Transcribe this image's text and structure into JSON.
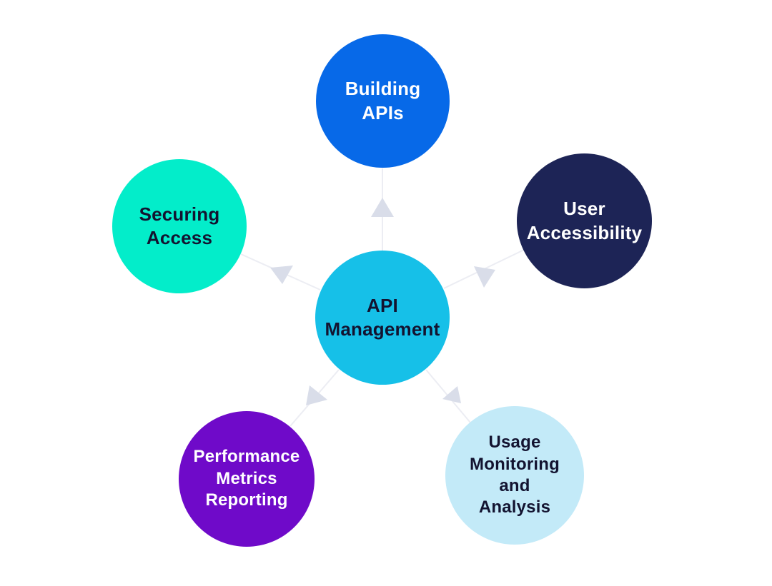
{
  "canvas": {
    "background": "#ffffff"
  },
  "center": {
    "id": "api-management",
    "label": "API\nManagement",
    "bg": "#16c0e8",
    "fg": "#131330"
  },
  "nodes": [
    {
      "id": "building-apis",
      "label": "Building\nAPIs",
      "bg": "#0769e8",
      "fg": "#ffffff"
    },
    {
      "id": "user-accessibility",
      "label": "User\nAccessibility",
      "bg": "#1d2456",
      "fg": "#ffffff"
    },
    {
      "id": "securing-access",
      "label": "Securing\nAccess",
      "bg": "#03edca",
      "fg": "#131330"
    },
    {
      "id": "performance-metrics",
      "label": "Performance\nMetrics\nReporting",
      "bg": "#6f0ac9",
      "fg": "#ffffff"
    },
    {
      "id": "usage-monitoring",
      "label": "Usage\nMonitoring\nand\nAnalysis",
      "bg": "#c3eaf8",
      "fg": "#131330"
    }
  ],
  "connectors": {
    "line_color": "#ecedf3",
    "arrow_color": "#d9dde9"
  }
}
